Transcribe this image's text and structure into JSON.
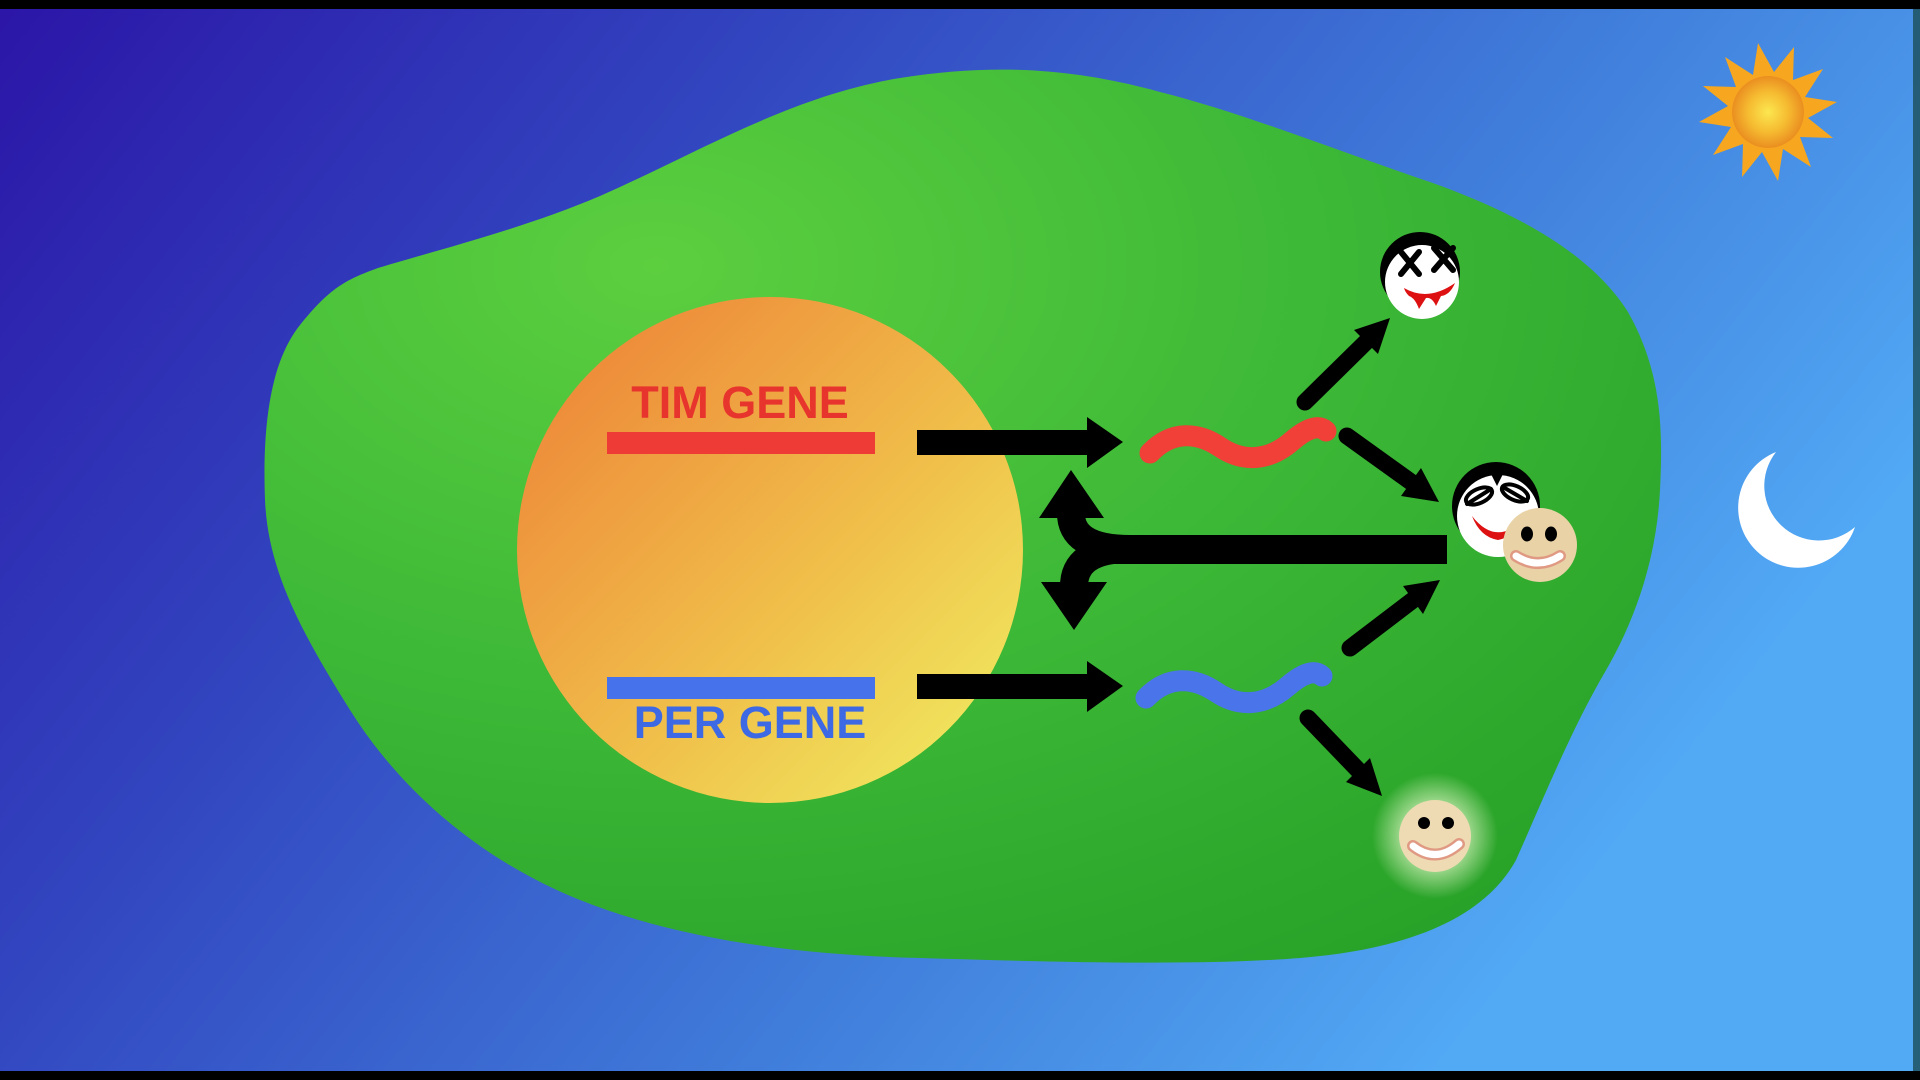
{
  "scene_description": "circadian-clock cell diagram video frame",
  "background": {
    "sky_top_left": "#2b15a7",
    "sky_mid1": "#3246c0",
    "sky_mid2": "#3f7ad9",
    "sky_bottom_right": "#52aaf5",
    "letterbox": "#000000",
    "right_edge_strip": "#1c4e59"
  },
  "cell": {
    "fill_light": "#5ccf3f",
    "fill_mid": "#3db837",
    "fill_dark": "#27a127"
  },
  "nucleus": {
    "fill_orange": "#ee8a3a",
    "fill_mid": "#f0c04a",
    "fill_yellow": "#f0e35c"
  },
  "tim_gene": {
    "label": "TIM GENE",
    "text_color": "#e7352e",
    "bar_color": "#ee3b35",
    "mrna_color": "#f04038"
  },
  "per_gene": {
    "label": "PER GENE",
    "text_color": "#3d6ae4",
    "bar_color": "#4673ec",
    "mrna_color": "#4a74ea"
  },
  "arrows": {
    "color": "#000000"
  },
  "faces": {
    "dead_vampire": {
      "skin": "#ffffff",
      "hair": "#000000",
      "mouth": "#dd1111"
    },
    "vampire": {
      "skin": "#ffffff",
      "hair": "#000000",
      "mouth": "#dd1111",
      "fang": "#ffffff"
    },
    "worried": {
      "skin": "#e9d2a6",
      "eye": "#000000",
      "mouth_outline": "#e09a84",
      "mouth_fill": "#ffffff"
    },
    "happy": {
      "skin": "#eedbb3",
      "eye": "#000000",
      "mouth_outline": "#e09a84",
      "mouth_fill": "#ffffff",
      "glow": "#ffffee"
    }
  },
  "sky_icons": {
    "sun_ray": "#f6a71f",
    "sun_core": "#fce74f",
    "sun_mid": "#f6bc31",
    "sun_edge": "#ea8e20",
    "moon": "#ffffff"
  }
}
